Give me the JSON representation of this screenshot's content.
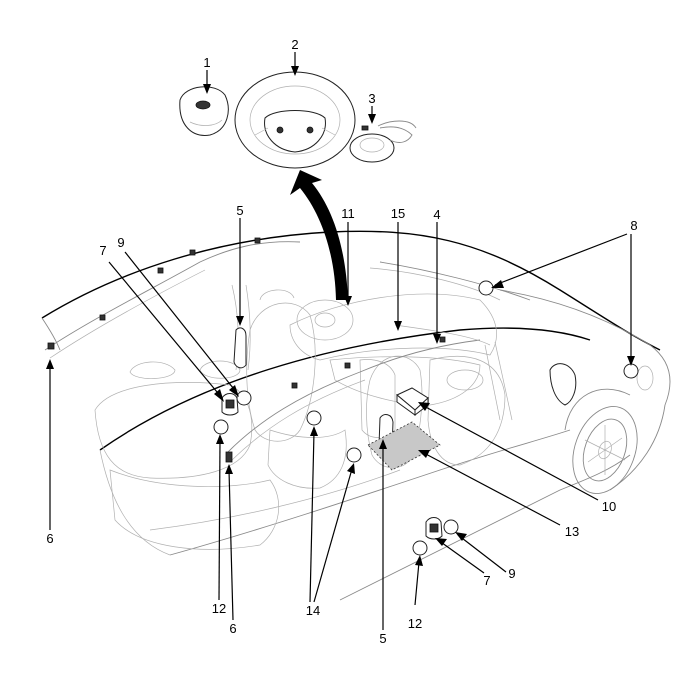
{
  "callouts": {
    "c1": "1",
    "c2": "2",
    "c3": "3",
    "c4": "4",
    "c5a": "5",
    "c5b": "5",
    "c6a": "6",
    "c6b": "6",
    "c7a": "7",
    "c7b": "7",
    "c8": "8",
    "c9a": "9",
    "c9b": "9",
    "c10": "10",
    "c11": "11",
    "c12a": "12",
    "c12b": "12",
    "c13": "13",
    "c14": "14",
    "c15": "15"
  },
  "colors": {
    "outline": "#8a8a8a",
    "ink": "#000000",
    "shaded_area": "#c8c8c8"
  }
}
